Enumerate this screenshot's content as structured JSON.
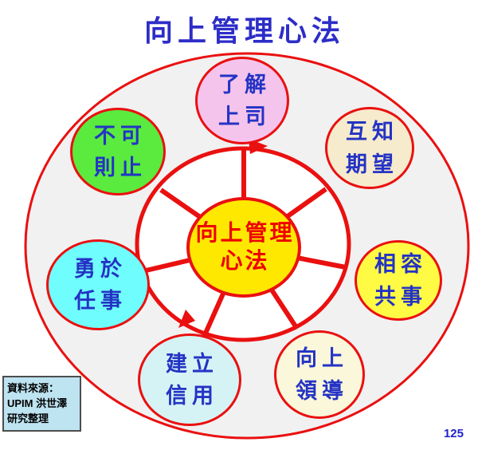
{
  "title": "向上管理心法",
  "page_number": "125",
  "colors": {
    "red": "#EA1010",
    "ring_fill": "#F1F1F1",
    "inner_fill": "#FFFFFF",
    "center_fill": "#FFE800",
    "center_text": "#EE0000",
    "node_text": "#2433C4",
    "title_text": "#2D2DC8",
    "source_box_bg": "#BEE3F1"
  },
  "center": {
    "line1": "向上管理",
    "line2": "心法"
  },
  "nodes": [
    {
      "id": "understand-boss",
      "line1": "了解",
      "line2": "上司",
      "fill": "#F5C4EC"
    },
    {
      "id": "mutual-expectations",
      "line1": "互知",
      "line2": "期望",
      "fill": "#F6EBCC"
    },
    {
      "id": "compatible-cowork",
      "line1": "相容",
      "line2": "共事",
      "fill": "#FFFB45"
    },
    {
      "id": "upward-leadership",
      "line1": "向上",
      "line2": "領導",
      "fill": "#FAF7DA"
    },
    {
      "id": "build-credibility",
      "line1": "建立",
      "line2": "信用",
      "fill": "#D5F3F5"
    },
    {
      "id": "courage-to-act",
      "line1": "勇於",
      "line2": "任事",
      "fill": "#70FDFD"
    },
    {
      "id": "stop-if-not-allowed",
      "line1": "不可",
      "line2": "則止",
      "fill": "#5AEB3E"
    }
  ],
  "source_box": {
    "line1": "資料來源：",
    "line2": "UPIM 洪世澤",
    "line3": "研究整理"
  }
}
